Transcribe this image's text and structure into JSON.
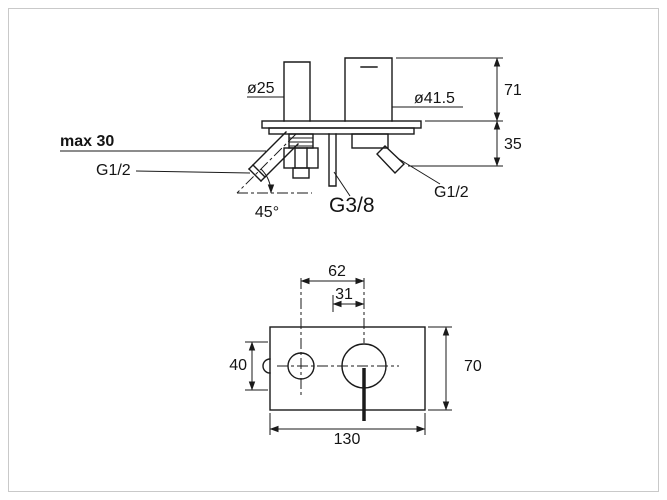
{
  "drawing": {
    "title": "faucet-installation-dimension-drawing",
    "line_color": "#1a1a1a",
    "background": "#ffffff"
  },
  "side_view": {
    "labels": {
      "spout_diameter": "ø25",
      "body_diameter": "ø41.5",
      "height_above_deck": "71",
      "depth_below_deck": "35",
      "max_deck_thickness": "max 30",
      "spout_thread_left": "G1/2",
      "inlet_thread_right": "G1/2",
      "hose_thread": "G3/8",
      "spout_angle": "45°"
    }
  },
  "front_view": {
    "labels": {
      "centers_distance": "62",
      "half_distance": "31",
      "left_height": "40",
      "plate_height": "70",
      "plate_width": "130"
    }
  }
}
